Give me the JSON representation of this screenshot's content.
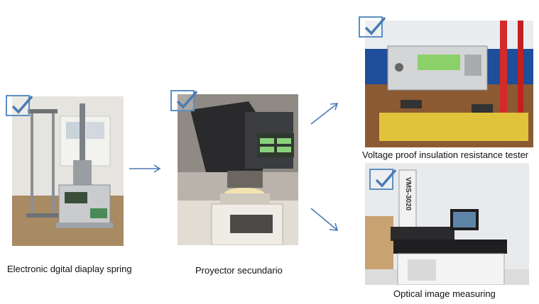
{
  "colors": {
    "arrow": "#4a7ab3",
    "check": "#5b8fc4",
    "background": "#ffffff"
  },
  "items": [
    {
      "caption": "Electronic dgital diaplay spring",
      "icon": "check-icon"
    },
    {
      "caption": "Proyector secundario",
      "icon": "check-icon"
    },
    {
      "caption": "Voltage proof insulation resistance tester",
      "icon": "check-icon"
    },
    {
      "caption": "Optical image measuring",
      "icon": "check-icon"
    }
  ],
  "photo_text": {
    "vms_label": "VMS-3020"
  }
}
